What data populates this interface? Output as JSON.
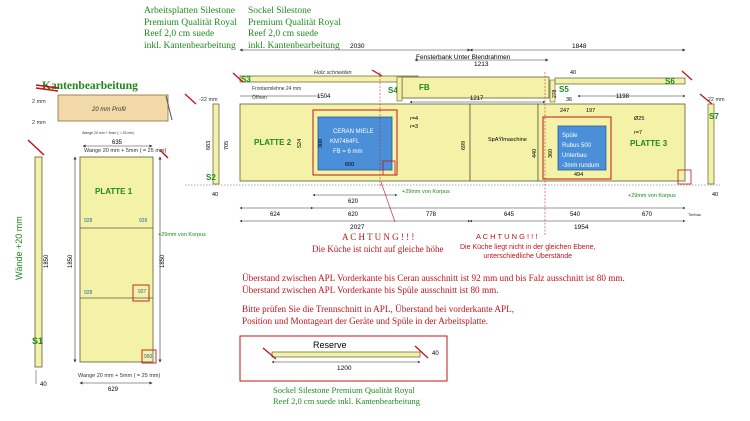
{
  "header": {
    "arbeitsplatten": [
      "Arbeitsplatten Silestone",
      "Premium Qualität Royal",
      "Reef 2,0 cm suede",
      "inkl. Kantenbearbeitung"
    ],
    "sockel": [
      "Sockel Silestone",
      "Premium Qualität Royal",
      "Reef 2,0 cm suede",
      "inkl. Kantenbearbeitung"
    ]
  },
  "kanten": {
    "title": "Kantenbearbeitung",
    "profil": "20 mm Profil",
    "dim_mm": "2 mm"
  },
  "panels": {
    "platte1": "PLATTE 1",
    "platte2": "PLATTE 2",
    "platte3": "PLATTE 3",
    "fb": "FB",
    "spulmaschine": "SpAÝlmaschine"
  },
  "ceran": [
    "CERAN MIELE",
    "KM7464FL",
    "FB = 6 mm"
  ],
  "spule": [
    "Spüle",
    "Rubus 500",
    "Unterbau",
    "-3mm rundum"
  ],
  "labels": {
    "s1": "S1",
    "s2": "S2",
    "s3": "S3",
    "s4": "S4",
    "s5": "S5",
    "s6": "S6",
    "s7": "S7",
    "fensterbank": "Fensterbank Unter Blendrahmen",
    "holz": "Holz schneiden",
    "frontarmlehne": "Frontarmlehne 24 mm",
    "oeffnen": "Öffnen",
    "waende": "Wände +20 mm",
    "vorsprung_top": "Wange 20 mm + 5mm ( = 25 mm)",
    "vorsprung_bottom": "Wange 20 mm + 5mm ( = 25 mm)",
    "kopus1": "+29mm von Korpus",
    "kopus2": "+29mm von Korpus",
    "kopus3": "+29mm von Korpus",
    "tiefe": "Tiefbau",
    "r4": "r=4",
    "r3": "r=3",
    "r7": "r=7",
    "d25": "Ø25"
  },
  "dims": {
    "top_2030": "2030",
    "top_1848": "1848",
    "top_1213": "1213",
    "top_1217": "1217",
    "top_1504": "1504",
    "top_1198": "1198",
    "top_36": "36",
    "top_247": "247",
    "top_197": "197",
    "d_22a": "-22 mm",
    "d_22b": "-22 mm",
    "d_40a": "40",
    "d_40b": "40",
    "d_40c": "40",
    "d_683": "683",
    "d_705": "705",
    "d_600": "600",
    "d_524": "524",
    "d_300": "300",
    "d_699": "699",
    "d_440": "440",
    "d_360": "360",
    "d_278": "278",
    "d_494": "494",
    "d_620": "620",
    "d_624": "624",
    "d_778": "778",
    "d_645": "645",
    "d_540": "540",
    "d_670": "670",
    "d_2027": "2027",
    "d_1954": "1954",
    "p1_635": "635",
    "p1_1850a": "1850",
    "p1_1850b": "1850",
    "p1_1850c": "1850",
    "p1_629": "629",
    "p1_40": "40",
    "p1_928a": "928",
    "p1_928b": "928",
    "p1_927": "927",
    "p1_950": "950",
    "p1_929": "929"
  },
  "warnings": {
    "achtung1": "A C H T U N G ! ! !",
    "hoehe": "Die Küche ist nicht auf gleiche höhe",
    "achtung2": "A C H T U N G ! ! !",
    "ebene": [
      "Die Küche liegt nicht in der gleichen Ebene,",
      "unterschiedliche Überstände"
    ]
  },
  "notes": {
    "line1": "Überstand zwischen APL Vorderkante bis Ceran ausschnitt ist 92 mm und bis Falz ausschnitt ist 80 mm.",
    "line2": "Überstand zwischen APL Vorderkante bis Spüle ausschnitt ist 80 mm.",
    "line3": "Bitte prüfen Sie die Trennschnitt in APL, Überstand bei vorderkante APL,",
    "line4": "Position und Montageart der Geräte und Spüle in der Arbeitsplatte."
  },
  "reserve": {
    "label": "Reserve",
    "length": "1200",
    "height": "40",
    "caption": [
      "Sockel Silestone Premium Qualität Royal",
      "Reef 2,0 cm suede inkl. Kantenbearbeitung"
    ]
  },
  "colors": {
    "plate": "#f3f2a6",
    "plate_stroke": "#5b5b3a",
    "sink_fill": "#4a8fd8",
    "accent_red": "#c0141a",
    "text_green": "#1e8a1e",
    "profile": "#f2d9a8"
  }
}
